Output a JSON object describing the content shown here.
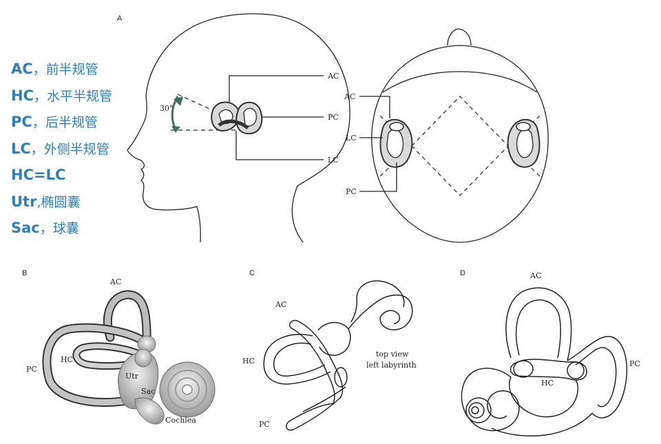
{
  "legend": [
    {
      "abbr": "AC",
      "text": "，前半规管"
    },
    {
      "abbr": "HC",
      "text": "，水平半规管"
    },
    {
      "abbr": "PC",
      "text": "，后半规管"
    },
    {
      "abbr": "LC",
      "text": "，外侧半规管"
    },
    {
      "abbr": "HC=LC",
      "text": ""
    },
    {
      "abbr": "Utr",
      "text": ",椭圆囊"
    },
    {
      "abbr": "Sac",
      "text": "，球囊"
    }
  ],
  "panel_a": {
    "letter": "A",
    "angle": "30°",
    "side_labels": {
      "ac": "AC",
      "pc": "PC",
      "lc": "LC"
    },
    "top_labels": {
      "ac": "AC",
      "lc": "LC",
      "pc": "PC"
    }
  },
  "panel_b": {
    "letter": "B",
    "labels": {
      "ac": "AC",
      "pc": "PC",
      "hc": "HC",
      "utr": "Utr",
      "sac": "Sac",
      "cochlea": "Cochlea"
    }
  },
  "panel_c": {
    "letter": "C",
    "labels": {
      "ac": "AC",
      "hc": "HC",
      "pc": "PC"
    },
    "caption_line1": "top view",
    "caption_line2": "left labyrinth"
  },
  "panel_d": {
    "letter": "D",
    "labels": {
      "ac": "AC",
      "pc": "PC",
      "hc": "HC"
    }
  }
}
